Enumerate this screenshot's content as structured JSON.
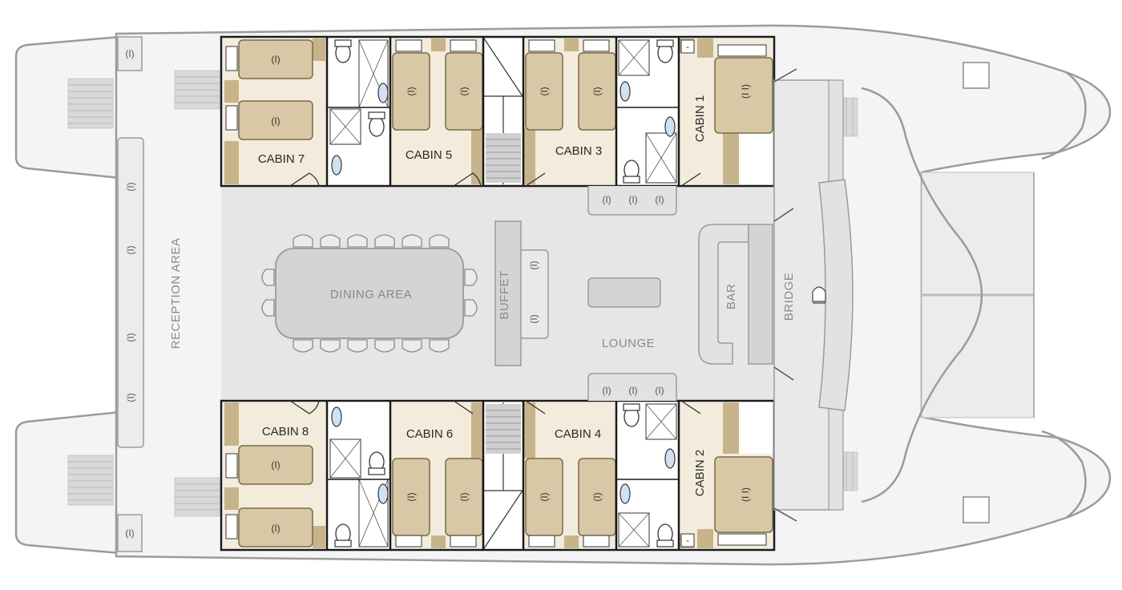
{
  "areas": {
    "reception": "RECEPTION AREA",
    "dining": "DINING AREA",
    "buffet": "BUFFET",
    "lounge": "LOUNGE",
    "bar": "BAR",
    "bridge": "BRIDGE"
  },
  "cabins": {
    "c1": "CABIN 1",
    "c2": "CABIN 2",
    "c3": "CABIN 3",
    "c4": "CABIN 4",
    "c5": "CABIN 5",
    "c6": "CABIN 6",
    "c7": "CABIN 7",
    "c8": "CABIN 8"
  },
  "marks": {
    "single": "(I)",
    "twin_single": "(I)",
    "double": "(I I)",
    "twin": "(I I)",
    "seat": "(I)",
    "minus": "-"
  },
  "colors": {
    "hull": "#f4f4f4",
    "hull_line": "#9b9b9b",
    "cabin": "#f3ecdc",
    "bed": "#d8c8a5",
    "wall": "#1a1a1a",
    "common": "#e6e6e6",
    "furniture": "#d4d4d4"
  }
}
